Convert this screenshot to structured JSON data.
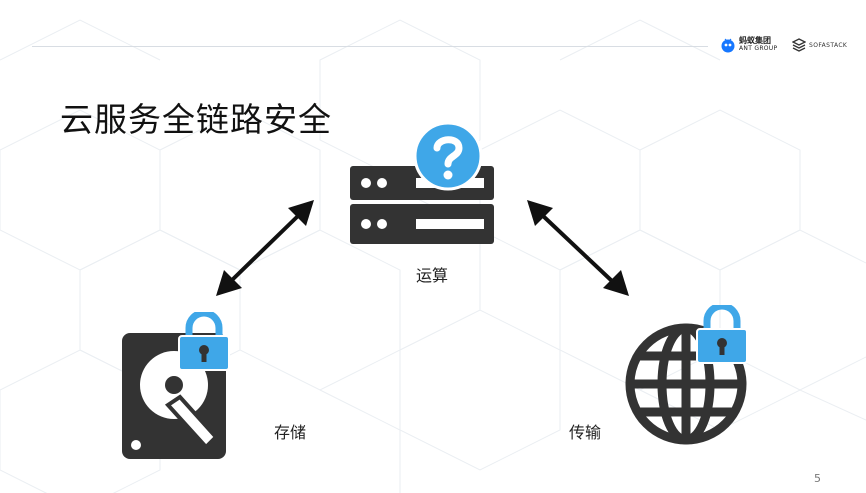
{
  "slide": {
    "title": "云服务全链路安全",
    "page_number": "5"
  },
  "brands": {
    "ant_zh": "蚂蚁集团",
    "ant_en": "ANT GROUP",
    "sofa": "SOFASTACK"
  },
  "nodes": {
    "compute_label": "运算",
    "storage_label": "存储",
    "transmit_label": "传输"
  },
  "icons": {
    "server": "server-icon",
    "question": "question-icon",
    "hard_drive": "hard-drive-icon",
    "globe": "globe-icon",
    "lock": "lock-icon",
    "arrow": "double-arrow-icon"
  },
  "colors": {
    "icon_dark": "#333333",
    "lock_blue": "#3fa7e8",
    "question_blue": "#3fa7e8",
    "pattern": "#e9edf1"
  }
}
